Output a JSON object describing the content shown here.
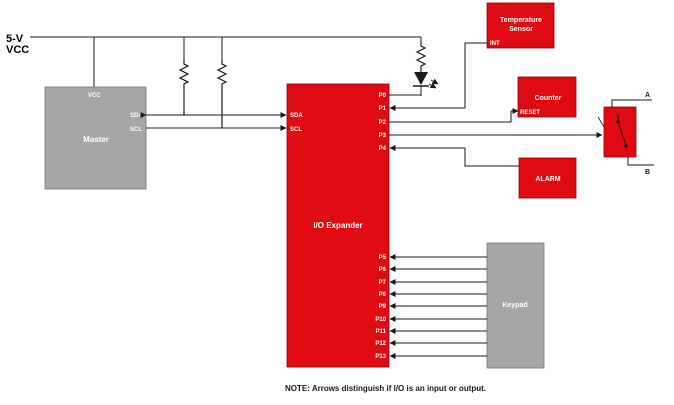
{
  "supply": {
    "line1": "5-V",
    "line2": "VCC"
  },
  "master": {
    "title": "Master",
    "pins": {
      "vcc": "VCC",
      "sda": "SDA",
      "scl": "SCL"
    }
  },
  "expander": {
    "title": "I/O Expander",
    "bus_pins": {
      "sda": "SDA",
      "scl": "SCL"
    },
    "ports": [
      "P0",
      "P1",
      "P2",
      "P3",
      "P4",
      "P5",
      "P6",
      "P7",
      "P8",
      "P9",
      "P10",
      "P11",
      "P12",
      "P13"
    ]
  },
  "temp_sensor": {
    "line1": "Temperature",
    "line2": "Sensor",
    "pin": "INT"
  },
  "counter": {
    "title": "Counter",
    "pin": "RESET"
  },
  "alarm": {
    "title": "ALARM"
  },
  "switch": {
    "a": "A",
    "b": "B"
  },
  "keypad": {
    "title": "Keypad"
  },
  "note": "NOTE: Arrows distinguish if I/O is an input or output.",
  "colors": {
    "red": "#e00a12",
    "gray": "#a6a6a6",
    "wire": "#1a1a1a"
  }
}
